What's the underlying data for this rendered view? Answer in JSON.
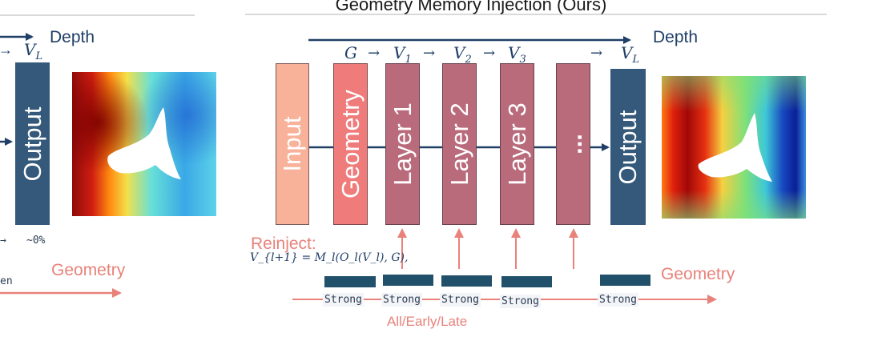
{
  "title": "Geometry Memory Injection (Ours)",
  "left_panel": {
    "depth_label": "Depth",
    "v_label_base": "V",
    "v_label_sub": "L",
    "output_label": "Output",
    "pct_text": "~0%",
    "arrow_text": "→",
    "token_fragment": "en",
    "geometry_label": "Geometry"
  },
  "right_panel": {
    "depth_label": "Depth",
    "sequence": [
      {
        "base": "G",
        "sub": ""
      },
      {
        "base": "V",
        "sub": "1"
      },
      {
        "base": "V",
        "sub": "2"
      },
      {
        "base": "V",
        "sub": "3"
      },
      {
        "base": "V",
        "sub": "L"
      }
    ],
    "arrow": "→",
    "boxes": [
      {
        "label": "Input",
        "color": "#f9b29a"
      },
      {
        "label": "Geometry",
        "color": "#ef7b7b"
      },
      {
        "label": "Layer 1",
        "color": "#b96b7c"
      },
      {
        "label": "Layer 2",
        "color": "#b96b7c"
      },
      {
        "label": "Layer 3",
        "color": "#b96b7c"
      },
      {
        "label": "...",
        "color": "#b96b7c"
      },
      {
        "label": "Output",
        "color": "#35597a"
      }
    ],
    "reinject_label": "Reinject:",
    "formula": "V_{l+1} = M_l(O_l(V_l), G),",
    "strong_labels": [
      "Strong",
      "Strong",
      "Strong",
      "Strong",
      "Strong"
    ],
    "geometry_label": "Geometry",
    "schedule_label": "All/Early/Late"
  },
  "colors": {
    "navy": "#1f3f67",
    "salmon": "#e8827a",
    "strong_bar": "#21506a",
    "output_box": "#35597a"
  }
}
